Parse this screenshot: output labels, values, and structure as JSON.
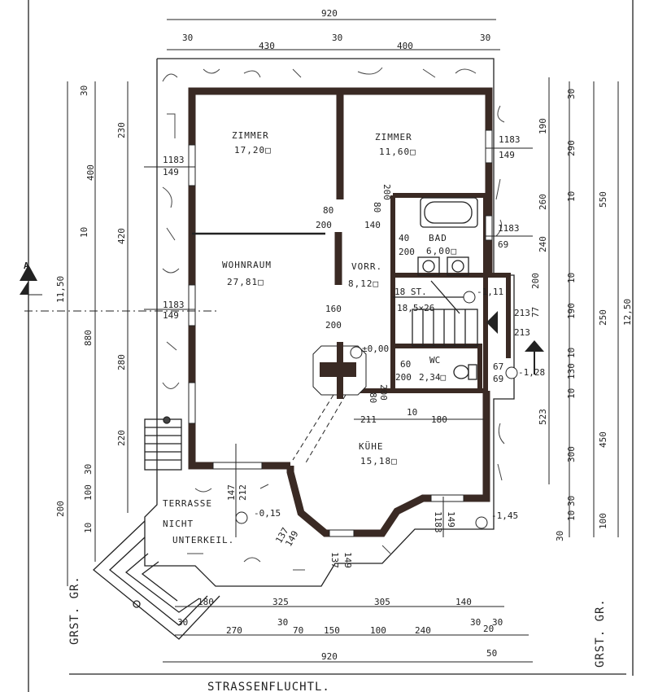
{
  "rooms": {
    "zimmer1": {
      "label": "ZIMMER",
      "area": "17,20□"
    },
    "zimmer2": {
      "label": "ZIMMER",
      "area": "11,60□"
    },
    "wohnraum": {
      "label": "WOHNRAUM",
      "area": "27,81□"
    },
    "vorraum": {
      "label": "VORR.",
      "area": "8,12□"
    },
    "bad": {
      "label": "BAD",
      "area": "6,00□"
    },
    "wc": {
      "label": "WC",
      "area": "2,34□"
    },
    "kueche": {
      "label": "KÜHE",
      "area": "15,18□"
    },
    "terrasse": {
      "label": "TERRASSE",
      "line2": "NICHT",
      "line3": "UNTERKEIL."
    }
  },
  "stairs": {
    "count": "18 ST.",
    "size": "18,5×26"
  },
  "levels": {
    "main": "±0,00",
    "stair": "-1,11",
    "entry": "-1,28",
    "terrace": "-0,15",
    "garden": "-1,45"
  },
  "openings": {
    "window_a": [
      "1183",
      "149"
    ],
    "door_zimmer": [
      "80",
      "200"
    ],
    "door_wohn": [
      "80",
      "200"
    ],
    "door_140": "140",
    "door_bad": [
      "40",
      "200"
    ],
    "door_wide": [
      "160",
      "200"
    ],
    "door_wc": [
      "60",
      "200"
    ],
    "window_wc": [
      "67",
      "69"
    ],
    "window_bad": [
      "1183",
      "69"
    ],
    "door_kueche": [
      "80",
      "200"
    ],
    "window_kueche": [
      "137",
      "149"
    ],
    "door_entry": [
      "213",
      "213"
    ],
    "entry_misc": [
      "200",
      "77"
    ],
    "terrace_door": [
      "147",
      "212"
    ]
  },
  "dims_top": {
    "total": "920",
    "parts": [
      "30",
      "430",
      "30",
      "400",
      "30"
    ]
  },
  "dims_inner": {
    "a": "211",
    "b": "10",
    "c": "180"
  },
  "dims_bottom": {
    "row1": [
      "180",
      "325",
      "305",
      "140"
    ],
    "row2": [
      "30",
      "270",
      "30",
      "70",
      "150",
      "100",
      "240",
      "30",
      "20",
      "30"
    ],
    "row3": [
      "920",
      "50"
    ]
  },
  "dims_left": {
    "total": "11,50",
    "col1": [
      "30",
      "400",
      "10",
      "880",
      "30",
      "100",
      "10"
    ],
    "col_plot": "200",
    "col2": [
      "230",
      "420",
      "280",
      "220"
    ]
  },
  "dims_right": {
    "col1": [
      "190",
      "260",
      "240",
      "523",
      "300"
    ],
    "col2": [
      "30",
      "290",
      "10",
      "10",
      "190",
      "10",
      "130",
      "10",
      "30",
      "10",
      "30"
    ],
    "col3": [
      "550",
      "250",
      "450",
      "100"
    ],
    "total": "12,50"
  },
  "boundary_label": "GRST. GR.",
  "street_label": "STRASSENFLUCHTL.",
  "section_marker": "A"
}
